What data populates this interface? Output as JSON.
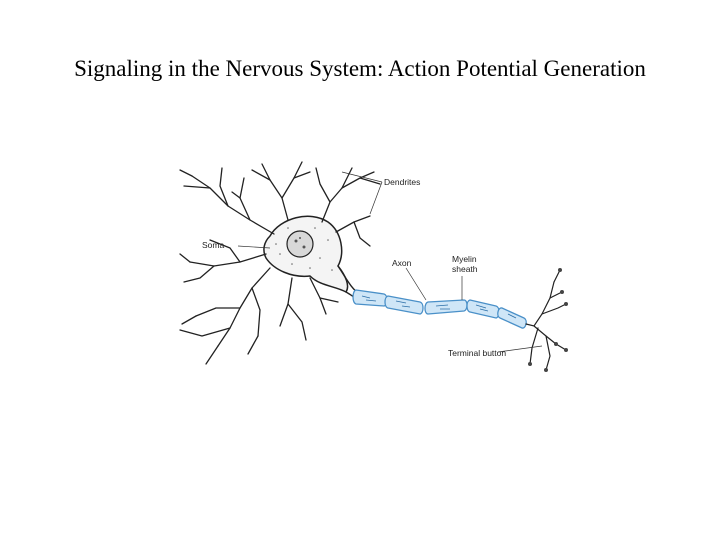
{
  "title": "Signaling in the Nervous System: Action Potential Generation",
  "diagram": {
    "labels": {
      "dendrites": "Dendrites",
      "soma": "Soma",
      "axon": "Axon",
      "myelin_line1": "Myelin",
      "myelin_line2": "sheath",
      "terminal": "Terminal button"
    },
    "colors": {
      "line": "#222222",
      "myelin_fill": "#cfe6f7",
      "myelin_stroke": "#4a90c8"
    }
  }
}
